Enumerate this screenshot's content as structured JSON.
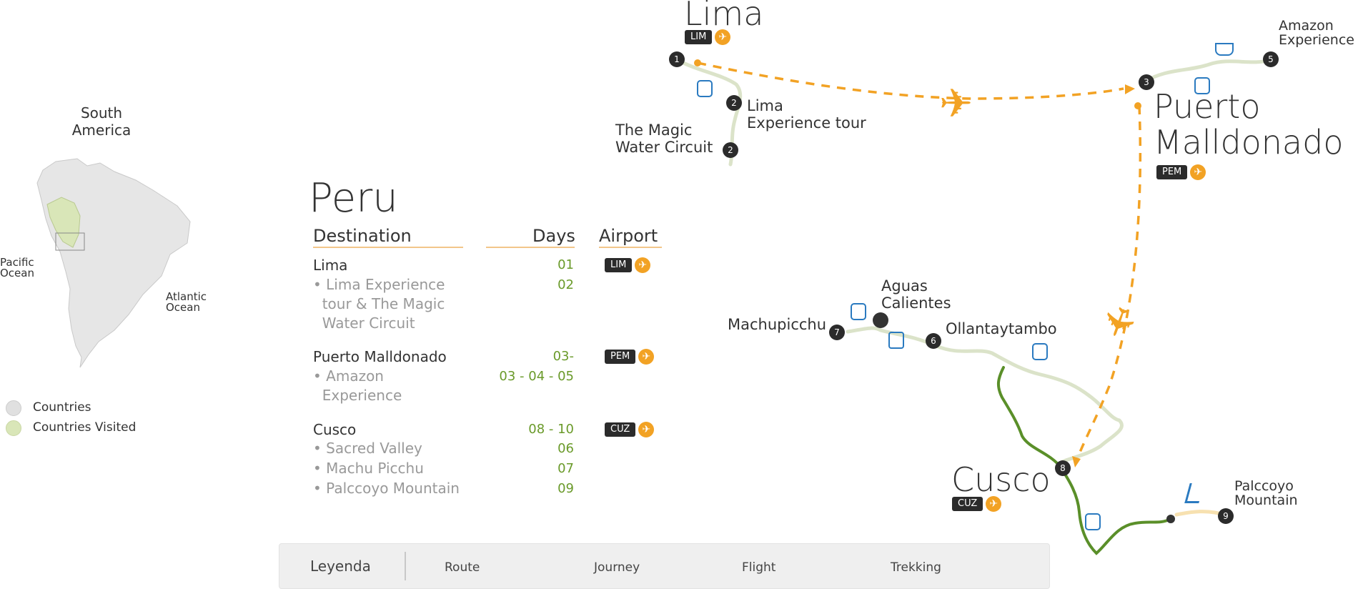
{
  "continent": {
    "title": "South\nAmerica",
    "pacific": "Pacific\nOcean",
    "atlantic": "Atlantic\nOcean"
  },
  "map_legend": {
    "countries": "Countries",
    "visited": "Countries Visited",
    "countries_color": "#e0e0e0",
    "visited_color": "#d9e6b8"
  },
  "table": {
    "title": "Peru",
    "headers": {
      "destination": "Destination",
      "days": "Days",
      "airport": "Airport"
    },
    "groups": [
      {
        "destination": "Lima",
        "days": "01",
        "airport": "LIM",
        "subs": [
          {
            "name": "• Lima Experience\n  tour & The Magic\n  Water Circuit",
            "days": "02"
          }
        ]
      },
      {
        "destination": "Puerto Malldonado",
        "days": "03-",
        "airport": "PEM",
        "subs": [
          {
            "name": "• Amazon\n  Experience",
            "days": "03 - 04 - 05"
          }
        ]
      },
      {
        "destination": "Cusco",
        "days": "08 - 10",
        "airport": "CUZ",
        "subs": [
          {
            "name": "• Sacred Valley",
            "days": "06"
          },
          {
            "name": "• Machu Picchu",
            "days": "07"
          },
          {
            "name": "• Palccoyo Mountain",
            "days": "09"
          }
        ]
      }
    ]
  },
  "route_map": {
    "cities": {
      "lima": {
        "name": "Lima",
        "code": "LIM"
      },
      "puerto": {
        "name": "Puerto\nMalldonado",
        "code": "PEM"
      },
      "cusco": {
        "name": "Cusco",
        "code": "CUZ"
      }
    },
    "stops": [
      {
        "number": "1"
      },
      {
        "number": "2",
        "label": "Lima\nExperience tour"
      },
      {
        "number": "2",
        "label": "The Magic\nWater Circuit"
      },
      {
        "number": "3"
      },
      {
        "number": "5",
        "label": "Amazon\nExperience"
      },
      {
        "number": "6",
        "label": "Ollantaytambo"
      },
      {
        "number": "7",
        "label": "Machupicchu"
      },
      {
        "label": "Aguas\nCalientes"
      },
      {
        "number": "8"
      },
      {
        "number": "9",
        "label": "Palccoyo\nMountain"
      }
    ],
    "plane_glyph": "✈"
  },
  "route_legend": {
    "title": "Leyenda",
    "items": [
      {
        "label": "Route",
        "color": "#5a8f29",
        "style": "solid"
      },
      {
        "label": "Journey",
        "color": "#dbe3c9",
        "style": "solid"
      },
      {
        "label": "Flight",
        "color": "#f2a224",
        "style": "dashed"
      },
      {
        "label": "Trekking",
        "color": "#f7e1b0",
        "style": "solid"
      }
    ]
  }
}
